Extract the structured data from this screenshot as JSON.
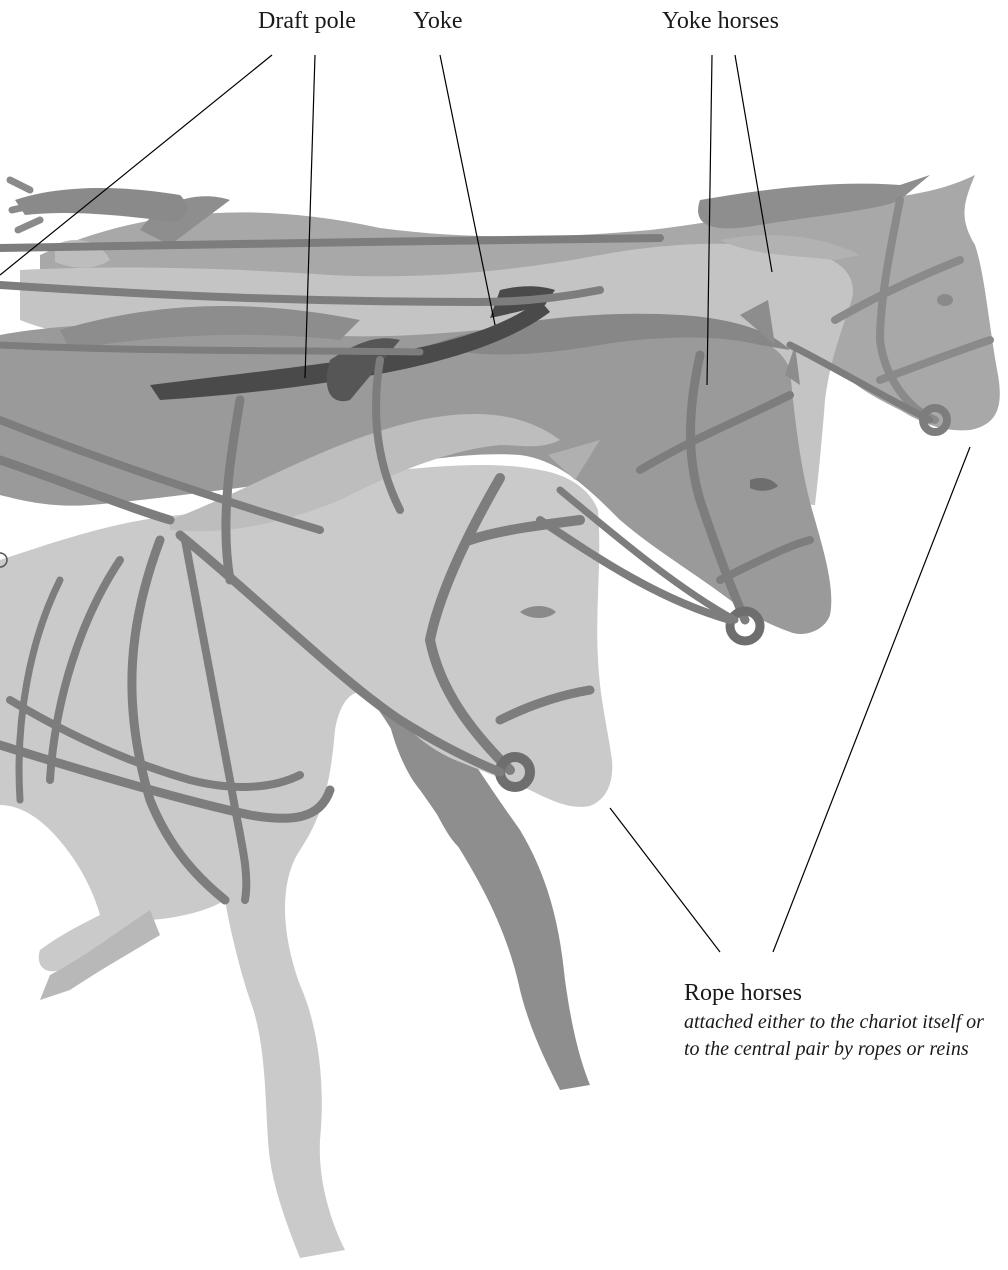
{
  "labels": {
    "draft_pole": "Draft pole",
    "yoke": "Yoke",
    "yoke_horses": "Yoke horses",
    "rope_horses": "Rope horses",
    "rope_horses_desc": "attached either to the chariot itself or to the central pair by ropes or reins"
  },
  "colors": {
    "horse_far": "#a8a8a8",
    "horse_back_light": "#c8c8c8",
    "horse_mid": "#9a9a9a",
    "horse_front": "#cacaca",
    "harness": "#7d7d7d",
    "harness_dark": "#5f5f5f",
    "yoke": "#4a4a4a",
    "leader_line": "#000000"
  }
}
